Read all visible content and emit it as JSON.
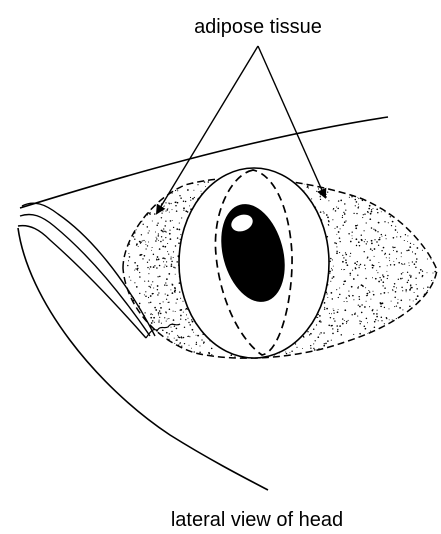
{
  "diagram": {
    "top_label": "adipose tissue",
    "caption": "lateral view of head"
  },
  "colors": {
    "ink": "#000000",
    "background": "#ffffff",
    "eye_highlight": "#ffffff"
  },
  "stipple_dot_count": 2200
}
